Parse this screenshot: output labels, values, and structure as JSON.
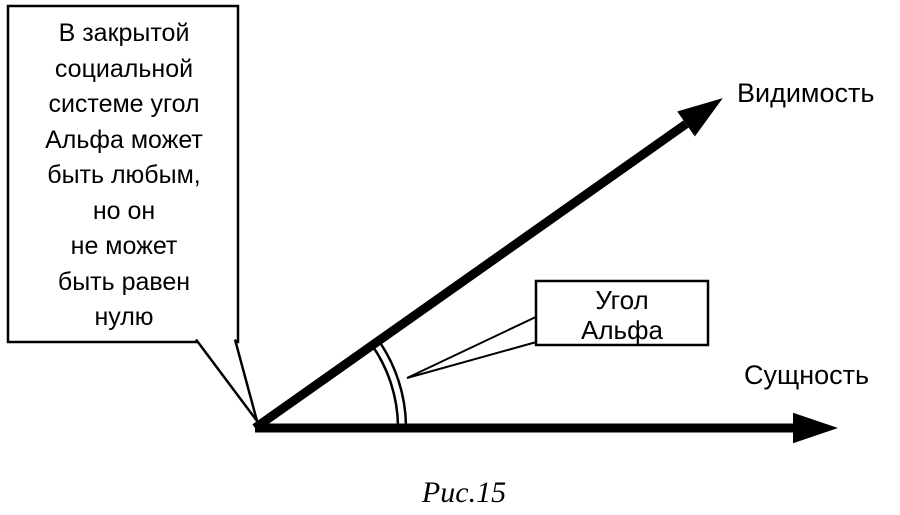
{
  "diagram": {
    "bubble": {
      "text": "В закрытой\nсоциальной\nсистеме угол\nАльфа может\nбыть любым,\nно он\nне может\nбыть равен\nнулю"
    },
    "axes": {
      "visibility_label": "Видимость",
      "essence_label": "Сущность"
    },
    "angle": {
      "label": "Угол\nАльфа"
    },
    "caption": "Рис.15",
    "colors": {
      "line": "#000000",
      "background": "#ffffff"
    }
  }
}
